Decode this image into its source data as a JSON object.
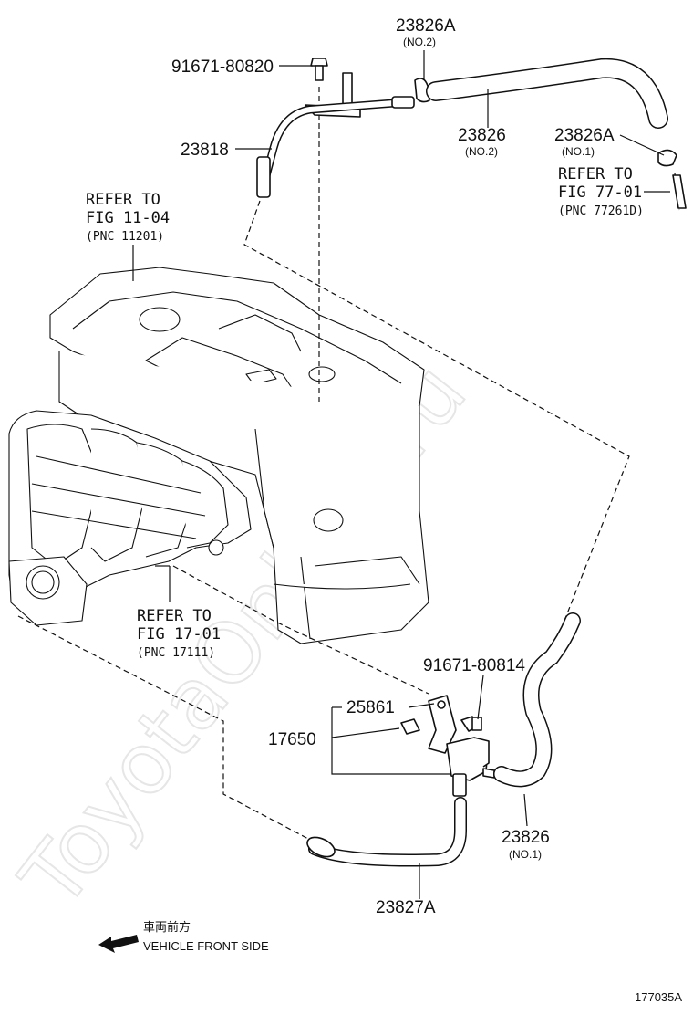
{
  "watermark": "ToyotaOnline.ru",
  "figure_id": "177035A",
  "direction": {
    "japanese": "車両前方",
    "english": "VEHICLE FRONT SIDE"
  },
  "labels": {
    "p91671_80820": "91671-80820",
    "p23826A_top": "23826A",
    "p23826A_top_sub": "(NO.2)",
    "p23818": "23818",
    "p23826_top": "23826",
    "p23826_top_sub": "(NO.2)",
    "p23826A_right": "23826A",
    "p23826A_right_sub": "(NO.1)",
    "p91671_80814": "91671-80814",
    "p25861": "25861",
    "p17650": "17650",
    "p23826_bottom": "23826",
    "p23826_bottom_sub": "(NO.1)",
    "p23827A": "23827A"
  },
  "references": {
    "ref_11_04": {
      "line1": "REFER TO",
      "line2": "FIG 11-04",
      "line3": "(PNC 11201)"
    },
    "ref_77_01": {
      "line1": "REFER TO",
      "line2": "FIG 77-01",
      "line3": "(PNC 77261D)"
    },
    "ref_17_01": {
      "line1": "REFER TO",
      "line2": "FIG 17-01",
      "line3": "(PNC 17111)"
    }
  }
}
